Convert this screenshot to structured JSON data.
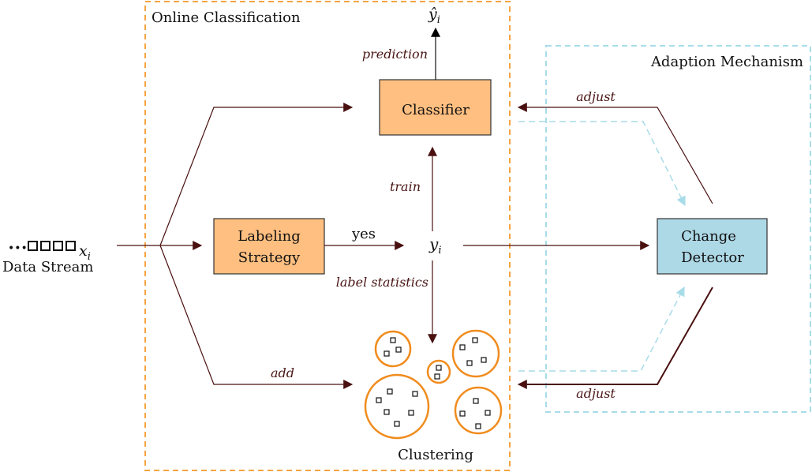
{
  "regions": {
    "online": "Online Classification",
    "adaption": "Adaption Mechanism"
  },
  "boxes": {
    "classifier": "Classifier",
    "labeling_line1": "Labeling",
    "labeling_line2": "Strategy",
    "change_line1": "Change",
    "change_line2": "Detector"
  },
  "stream": {
    "dots": "•••",
    "x_label": "x",
    "x_sub": "i",
    "label": "Data Stream"
  },
  "nodes": {
    "y_hat": "ŷ",
    "y_hat_sub": "i",
    "y": "y",
    "y_sub": "i"
  },
  "edge_labels": {
    "prediction": "prediction",
    "train": "train",
    "yes": "yes",
    "label_statistics": "label statistics",
    "add": "add",
    "adjust_top": "adjust",
    "adjust_bottom": "adjust"
  },
  "clustering_label": "Clustering",
  "colors": {
    "orange_fill": "#ffbf80",
    "orange_dash": "#f5a442",
    "blue_fill": "#add8e6",
    "blue_dash": "#a8dce8",
    "arrow": "#4a1010",
    "cluster_ring": "#f08c1e"
  }
}
